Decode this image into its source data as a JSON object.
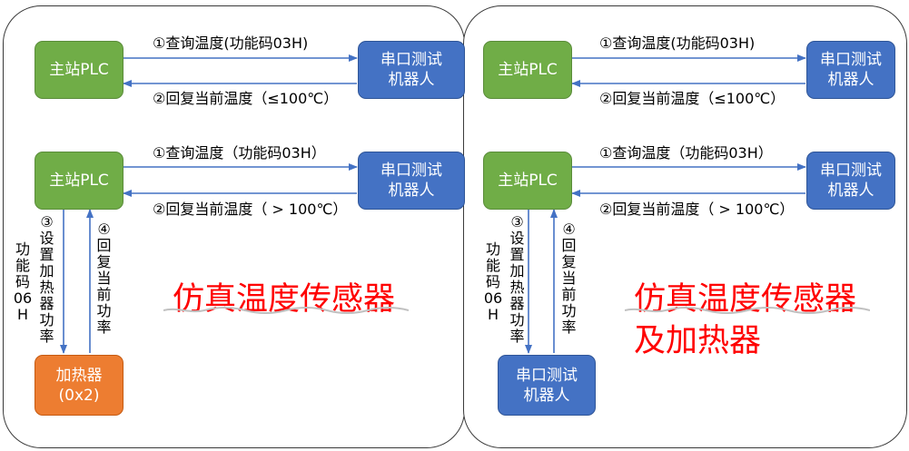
{
  "colors": {
    "plc": "#70ad47",
    "robot": "#4472c4",
    "heater": "#ed7d31",
    "arrow": "#4472c4",
    "highlight": "#ff0000"
  },
  "left": {
    "top": {
      "plc": "主站PLC",
      "robot": "串口测试\n机器人",
      "query": "①查询温度(功能码03H)",
      "reply": "②回复当前温度（≤100℃）"
    },
    "bottom": {
      "plc": "主站PLC",
      "robot": "串口测试\n机器人",
      "query": "①查询温度（功能码03H）",
      "reply": "②回复当前温度（ > 100℃）",
      "set_power": "③设置加热器功率",
      "func_code": "功能码06H",
      "reply_power": "④回复当前功率",
      "heater": "加热器\n(0x2)"
    },
    "title": "仿真温度传感器"
  },
  "right": {
    "top": {
      "plc": "主站PLC",
      "robot": "串口测试\n机器人",
      "query": "①查询温度(功能码03H)",
      "reply": "②回复当前温度（≤100℃）"
    },
    "bottom": {
      "plc": "主站PLC",
      "robot": "串口测试\n机器人",
      "query": "①查询温度（功能码03H）",
      "reply": "②回复当前温度（ > 100℃）",
      "set_power": "③设置加热器功率",
      "func_code": "功能码06H",
      "reply_power": "④回复当前功率",
      "heater": "串口测试\n机器人"
    },
    "title_line1": "仿真温度传感器",
    "title_line2": "及加热器"
  }
}
